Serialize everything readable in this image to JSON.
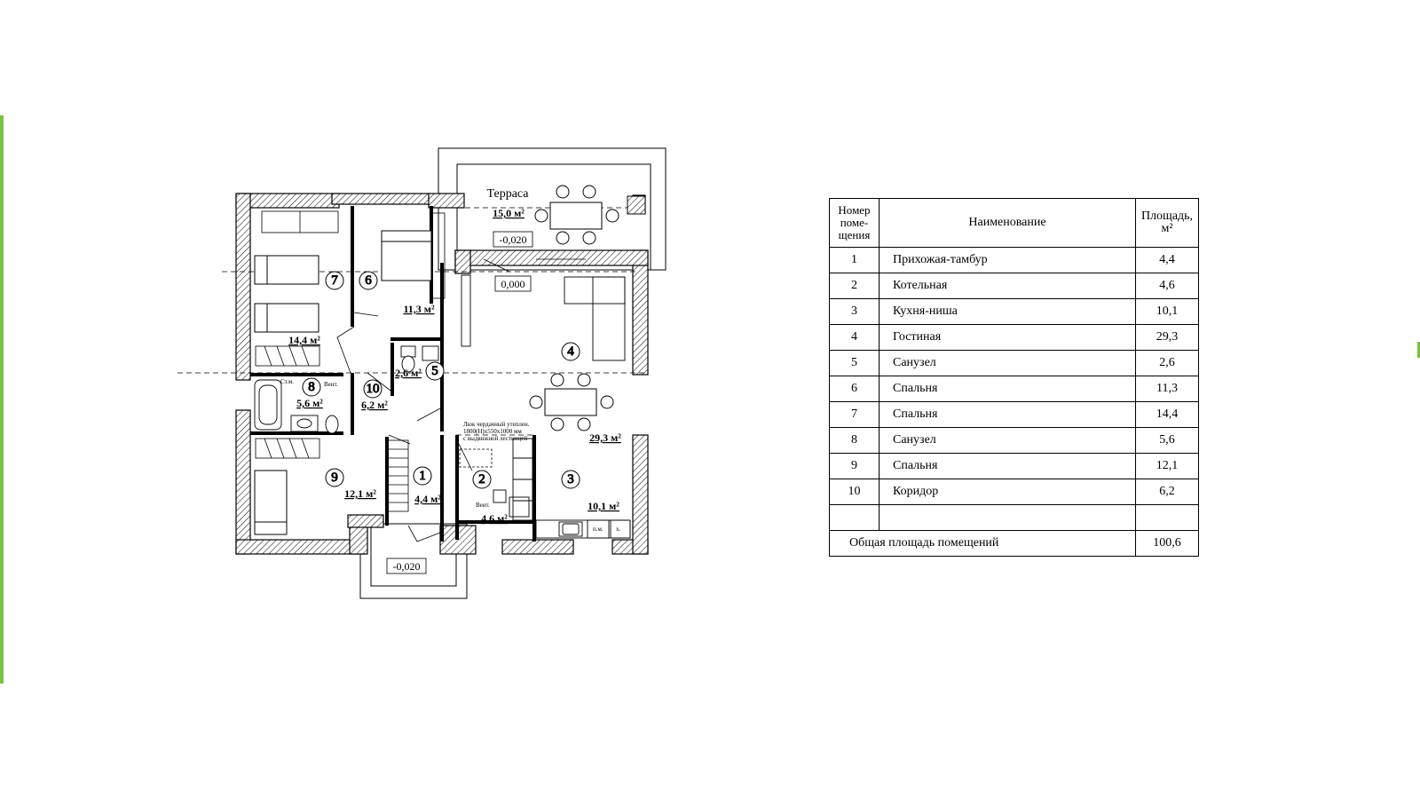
{
  "plan": {
    "terrace": {
      "title": "Терраса",
      "area": "15,0 м²",
      "level": "-0,020"
    },
    "levels": {
      "interior": "0,000",
      "entry_porch": "-0,020"
    },
    "notes": {
      "vent": "Вент.",
      "vent2": "Вент.",
      "closet": "Ст.м.",
      "hatch_line1": "Люк чердачный утеплен.",
      "hatch_line2": "1800(H)x550x1000 мм",
      "hatch_line3": "с выдвижной лестницей",
      "fridge": "п.м.",
      "hob": "х."
    },
    "rooms": [
      {
        "num": "1",
        "area": "4,4 м²"
      },
      {
        "num": "2",
        "area": "4,6 м²"
      },
      {
        "num": "3",
        "area": "10,1 м²"
      },
      {
        "num": "4",
        "area": "29,3 м²"
      },
      {
        "num": "5",
        "area": "2,6 м²"
      },
      {
        "num": "6",
        "area": "11,3 м²"
      },
      {
        "num": "7",
        "area": "14,4 м²"
      },
      {
        "num": "8",
        "area": "5,6 м²"
      },
      {
        "num": "9",
        "area": "12,1 м²"
      },
      {
        "num": "10",
        "area": "6,2 м²"
      }
    ]
  },
  "table": {
    "headers": {
      "number": "Номер\nпоме-\nщения",
      "name": "Наименование",
      "area": "Площадь,\nм²"
    },
    "rows": [
      {
        "num": "1",
        "name": "Прихожая-тамбур",
        "area": "4,4"
      },
      {
        "num": "2",
        "name": "Котельная",
        "area": "4,6"
      },
      {
        "num": "3",
        "name": "Кухня-ниша",
        "area": "10,1"
      },
      {
        "num": "4",
        "name": "Гостиная",
        "area": "29,3"
      },
      {
        "num": "5",
        "name": "Санузел",
        "area": "2,6"
      },
      {
        "num": "6",
        "name": "Спальня",
        "area": "11,3"
      },
      {
        "num": "7",
        "name": "Спальня",
        "area": "14,4"
      },
      {
        "num": "8",
        "name": "Санузел",
        "area": "5,6"
      },
      {
        "num": "9",
        "name": "Спальня",
        "area": "12,1"
      },
      {
        "num": "10",
        "name": "Коридор",
        "area": "6,2"
      },
      {
        "num": "",
        "name": "",
        "area": ""
      }
    ],
    "total": {
      "label": "Общая площадь помещений",
      "value": "100,6"
    }
  }
}
